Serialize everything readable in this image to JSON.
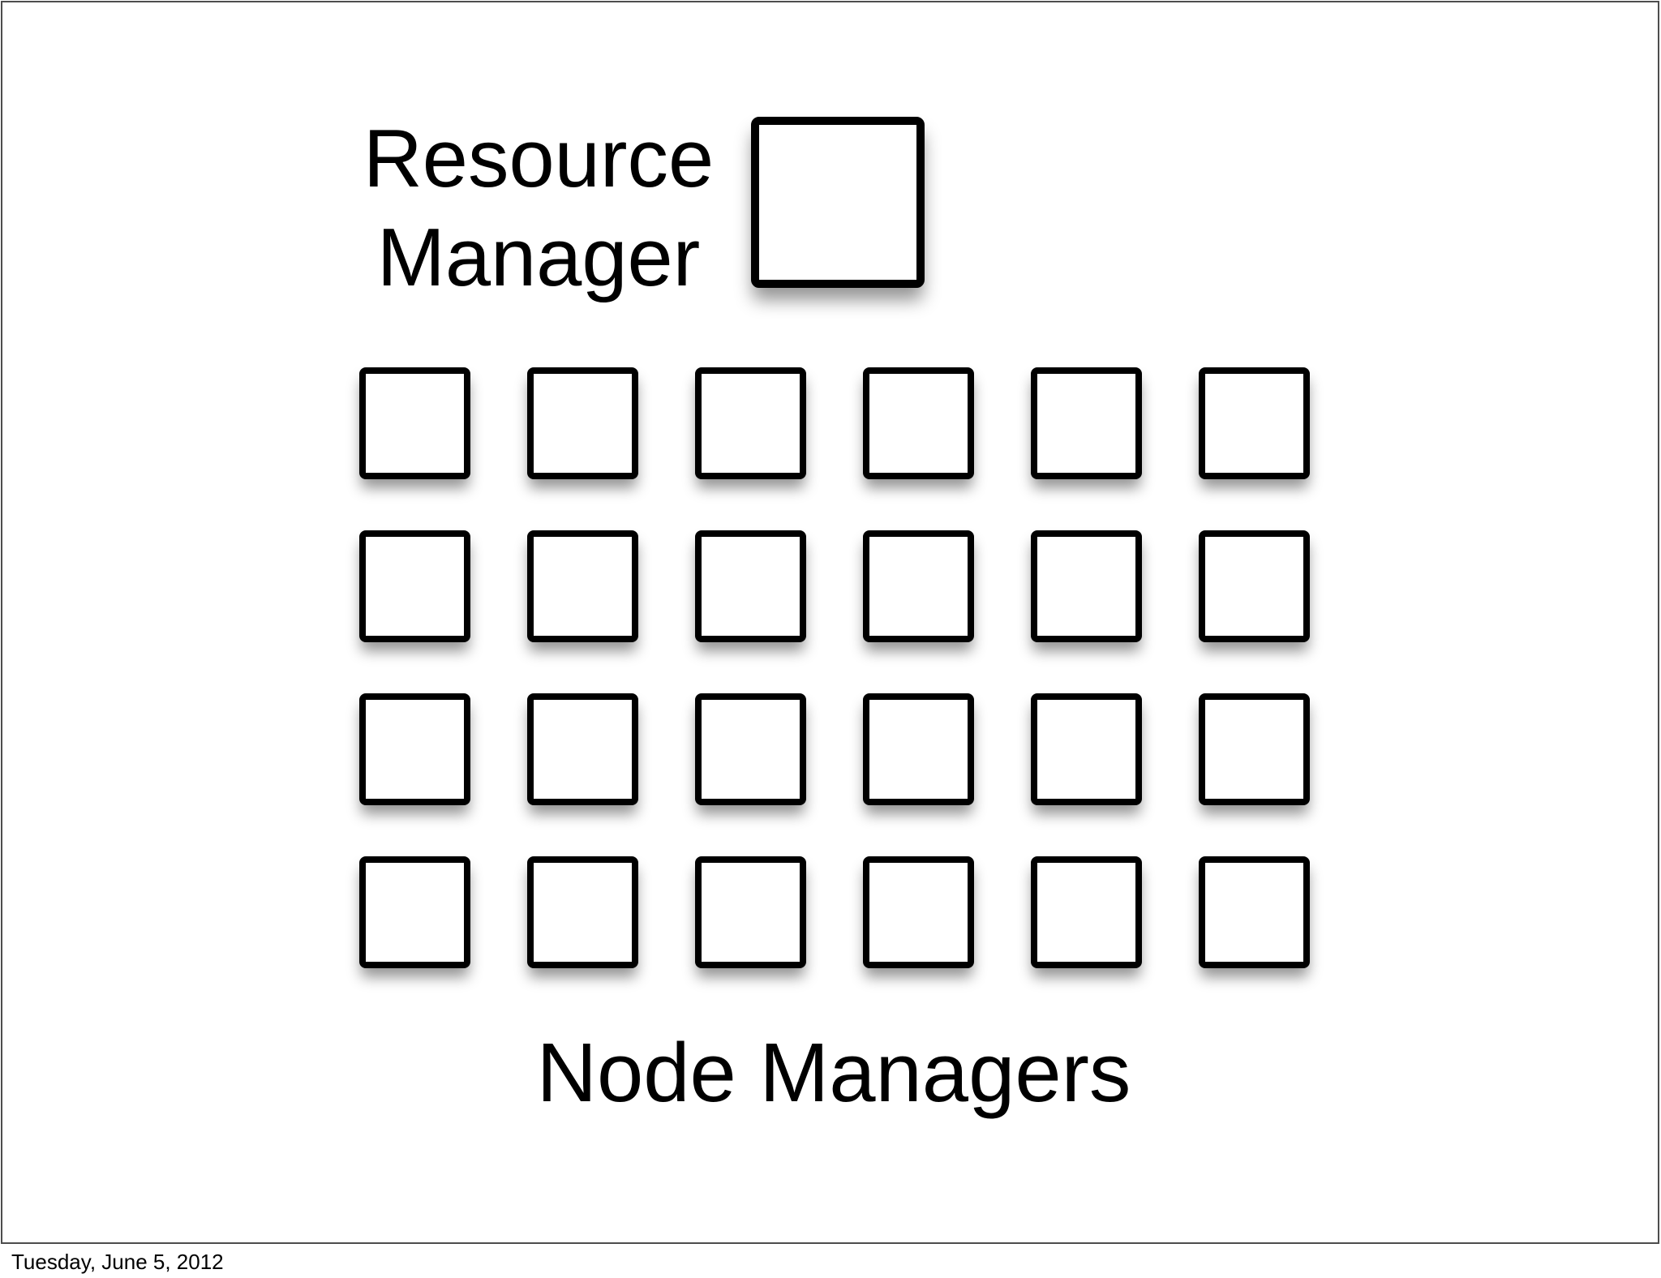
{
  "slide": {
    "resource_manager": {
      "lines": [
        "Resource",
        "Manager"
      ]
    },
    "node_managers_label": "Node Managers",
    "grid": {
      "rows": 4,
      "cols": 6,
      "box_count": 24
    },
    "footer_date": "Tuesday, June 5, 2012"
  },
  "colors": {
    "background": "#ffffff",
    "slide_border": "#4d4d4d",
    "box_border": "#000000",
    "box_fill": "#ffffff",
    "text": "#000000"
  }
}
